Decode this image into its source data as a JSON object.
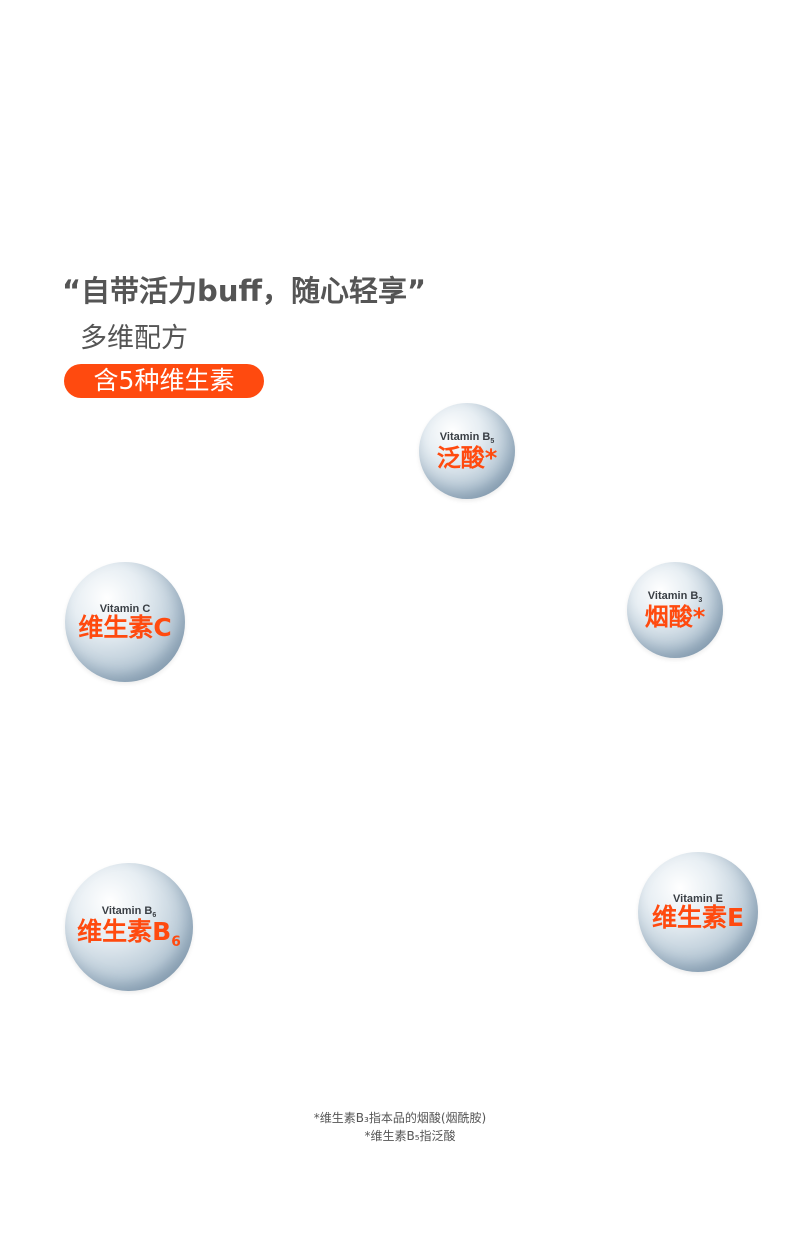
{
  "headline": "“自带活力buff，随心轻享”",
  "subtitle": "多维配方",
  "badge": "含5种维生素",
  "accent_color": "#ff4a0f",
  "vitamins": [
    {
      "en": "Vitamin B",
      "en_sub": "5",
      "cn": "泛酸*",
      "cn_sub": ""
    },
    {
      "en": "Vitamin C",
      "en_sub": "",
      "cn": "维生素C",
      "cn_sub": ""
    },
    {
      "en": "Vitamin B",
      "en_sub": "3",
      "cn": "烟酸*",
      "cn_sub": ""
    },
    {
      "en": "Vitamin B",
      "en_sub": "6",
      "cn": "维生素B",
      "cn_sub": "6"
    },
    {
      "en": "Vitamin E",
      "en_sub": "",
      "cn": "维生素E",
      "cn_sub": ""
    }
  ],
  "footnotes": [
    "*维生素B₃指本品的烟酸(烟酰胺)",
    "*维生素B₅指泛酸"
  ]
}
